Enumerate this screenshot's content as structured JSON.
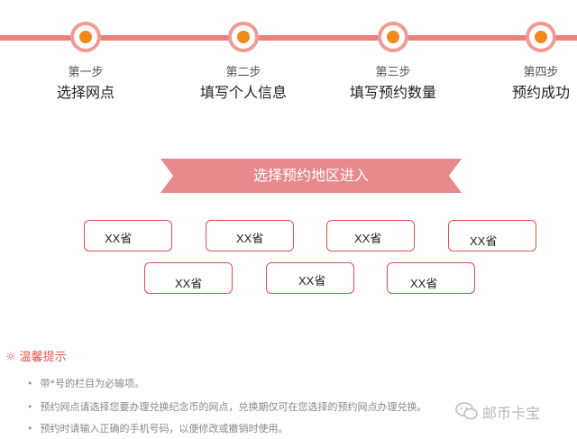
{
  "steps": [
    {
      "num": "第一步",
      "title": "选择网点"
    },
    {
      "num": "第二步",
      "title": "填写个人信息"
    },
    {
      "num": "第三步",
      "title": "填写预约数量"
    },
    {
      "num": "第四步",
      "title": "预约成功"
    }
  ],
  "banner": {
    "text": "选择预约地区进入"
  },
  "provinces": [
    "XX省",
    "XX省",
    "XX省",
    "XX省",
    "XX省",
    "XX省",
    "XX省"
  ],
  "tips": {
    "title": "温馨提示",
    "items": [
      "带*号的栏目为必输项。",
      "预约网点请选择您要办理兑换纪念币的网点，兑换期仅可在您选择的预约网点办理兑换。",
      "预约时请输入正确的手机号码，以便修改或撤销时使用。"
    ]
  },
  "watermark": {
    "text": "邮币卡宝",
    "icon": "wechat-icon"
  },
  "colors": {
    "accent": "#ef7f7a",
    "step_core": "#f08a1c",
    "ribbon": "#e8898d",
    "tips_title": "#e2574c",
    "button_border": "#d9534f"
  }
}
